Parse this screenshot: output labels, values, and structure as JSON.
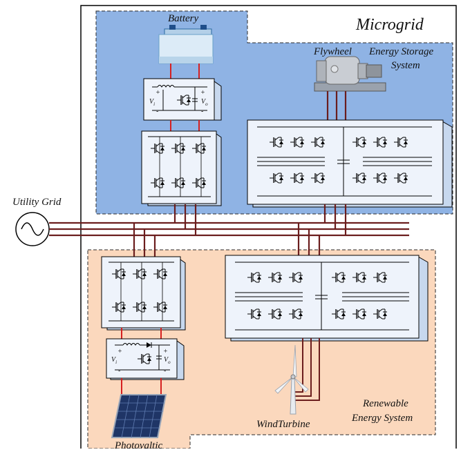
{
  "title": "Microgrid",
  "labels": {
    "utility_grid": "Utility Grid",
    "battery": "Battery",
    "flywheel": "Flywheel",
    "ess_line1": "Energy Storage",
    "ess_line2": "System",
    "photovoltaic": "Photovaltic",
    "wind_turbine": "WindTurbine",
    "res_line1": "Renewable",
    "res_line2": "Energy System"
  },
  "converter_symbols": {
    "vi": "V",
    "vi_sub": "i",
    "vo": "V",
    "vo_sub": "o",
    "plus": "+",
    "minus": "-"
  },
  "colors": {
    "storage_region": "#8fb3e4",
    "renewable_region": "#fbd8bd",
    "bus": "#6b1d1d",
    "wire_red": "#d62020",
    "box_fill": "#dfe9f6"
  }
}
